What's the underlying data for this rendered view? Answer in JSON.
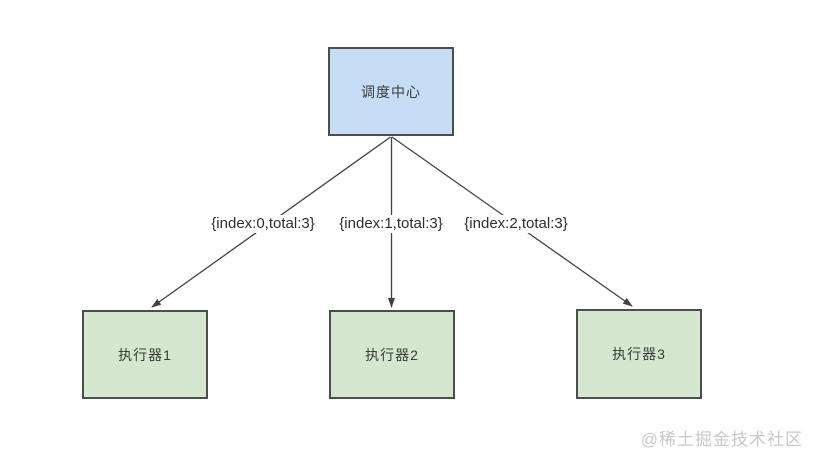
{
  "diagram": {
    "scheduler": {
      "label": "调度中心"
    },
    "executors": [
      {
        "label": "执行器1"
      },
      {
        "label": "执行器2"
      },
      {
        "label": "执行器3"
      }
    ],
    "edges": [
      {
        "from": "调度中心",
        "to": "执行器1",
        "label": "{index:0,total:3}"
      },
      {
        "from": "调度中心",
        "to": "执行器2",
        "label": "{index:1,total:3}"
      },
      {
        "from": "调度中心",
        "to": "执行器3",
        "label": "{index:2,total:3}"
      }
    ],
    "colors": {
      "scheduler_fill": "#c6ddf6",
      "executor_fill": "#d6e7cf",
      "node_border": "#4d4d4d",
      "arrow": "#424242",
      "label_text": "#2f2f2f",
      "watermark_text": "#c9c9c9",
      "background": "#ffffff"
    }
  },
  "watermark": {
    "text": "@稀土掘金技术社区"
  }
}
